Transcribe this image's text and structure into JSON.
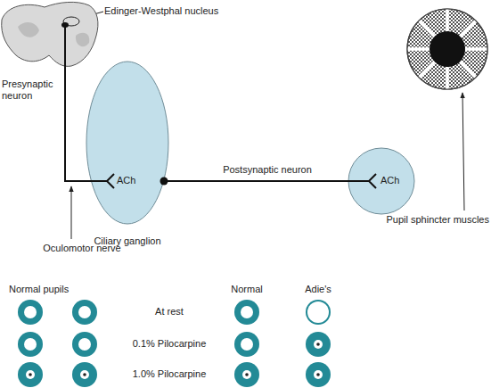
{
  "diagram": {
    "nodes": [
      {
        "text": [
          "Edinger-Westphal nucleus"
        ]
      },
      {
        "text": [
          "ACh",
          "Ciliary ganglion"
        ]
      },
      {
        "text": [
          "ACh"
        ]
      }
    ],
    "edges": [
      {
        "from": 0,
        "to": 1,
        "arrow": "none",
        "label": "Presynaptic neuron"
      },
      {
        "from": 1,
        "to": 2,
        "arrow": "none",
        "label": "Postsynaptic neuron"
      }
    ],
    "labels": [
      "Oculomotor nerve",
      "Pupil sphincter muscles",
      "Normal pupils",
      "Normal",
      "Adie's",
      "At rest",
      "0.1% Pilocarpine",
      "1.0% Pilocarpine"
    ]
  }
}
